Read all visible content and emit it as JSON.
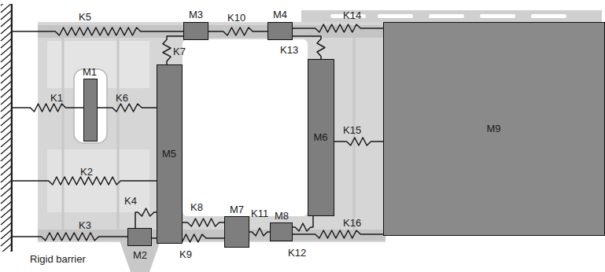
{
  "diagram": {
    "nodes": [
      {
        "text": [
          "Rigid barrier"
        ]
      },
      {
        "text": [
          "M1"
        ]
      },
      {
        "text": [
          "M2"
        ]
      },
      {
        "text": [
          "M3"
        ]
      },
      {
        "text": [
          "M4"
        ]
      },
      {
        "text": [
          "M5"
        ]
      },
      {
        "text": [
          "M6"
        ]
      },
      {
        "text": [
          "M7"
        ]
      },
      {
        "text": [
          "M8"
        ]
      },
      {
        "text": [
          "M9"
        ]
      }
    ],
    "edges": [
      {
        "from": 0,
        "to": 1,
        "arrow": "none",
        "label": "K1"
      },
      {
        "from": 0,
        "to": 5,
        "arrow": "none",
        "label": "K2"
      },
      {
        "from": 0,
        "to": 2,
        "arrow": "none",
        "label": "K3"
      },
      {
        "from": 2,
        "to": 5,
        "arrow": "none",
        "label": "K4"
      },
      {
        "from": 0,
        "to": 3,
        "arrow": "none",
        "label": "K5"
      },
      {
        "from": 1,
        "to": 5,
        "arrow": "none",
        "label": "K6"
      },
      {
        "from": 3,
        "to": 5,
        "arrow": "none",
        "label": "K7"
      },
      {
        "from": 5,
        "to": 7,
        "arrow": "none",
        "label": "K8"
      },
      {
        "from": 2,
        "to": 7,
        "arrow": "none",
        "label": "K9"
      },
      {
        "from": 3,
        "to": 4,
        "arrow": "none",
        "label": "K10"
      },
      {
        "from": 7,
        "to": 8,
        "arrow": "none",
        "label": "K11"
      },
      {
        "from": 8,
        "to": 6,
        "arrow": "none",
        "label": "K12"
      },
      {
        "from": 4,
        "to": 6,
        "arrow": "none",
        "label": "K13"
      },
      {
        "from": 4,
        "to": 9,
        "arrow": "none",
        "label": "K14"
      },
      {
        "from": 6,
        "to": 9,
        "arrow": "none",
        "label": "K15"
      },
      {
        "from": 8,
        "to": 9,
        "arrow": "none",
        "label": "K16"
      }
    ]
  }
}
